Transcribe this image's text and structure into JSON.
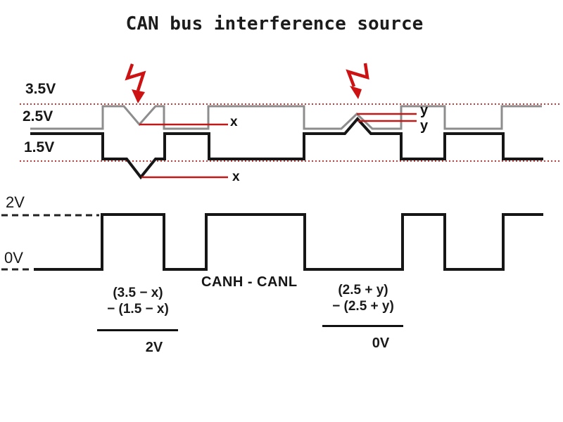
{
  "title": "CAN bus interference source",
  "colors": {
    "interference_red": "#c01616",
    "dotted_reference_red": "#c23b3b",
    "canh_gray": "#8d8d8d",
    "signal_black": "#161616"
  },
  "upper_waveform": {
    "level_labels": {
      "v35": "3.5V",
      "v25": "2.5V",
      "v15": "1.5V"
    },
    "dip_label_canh": "x",
    "dip_label_canl": "x",
    "spike_label_canh": "y",
    "spike_label_canl": "y"
  },
  "lower_waveform": {
    "level_labels": {
      "v2": "2V",
      "v0": "0V"
    },
    "caption": "CANH - CANL"
  },
  "formulas": {
    "dominant": {
      "line1": "(3.5 − x)",
      "line2": "− (1.5 − x)",
      "result": "2V"
    },
    "recessive": {
      "line1": "(2.5 + y)",
      "line2": "− (2.5 + y)",
      "result": "0V"
    }
  }
}
